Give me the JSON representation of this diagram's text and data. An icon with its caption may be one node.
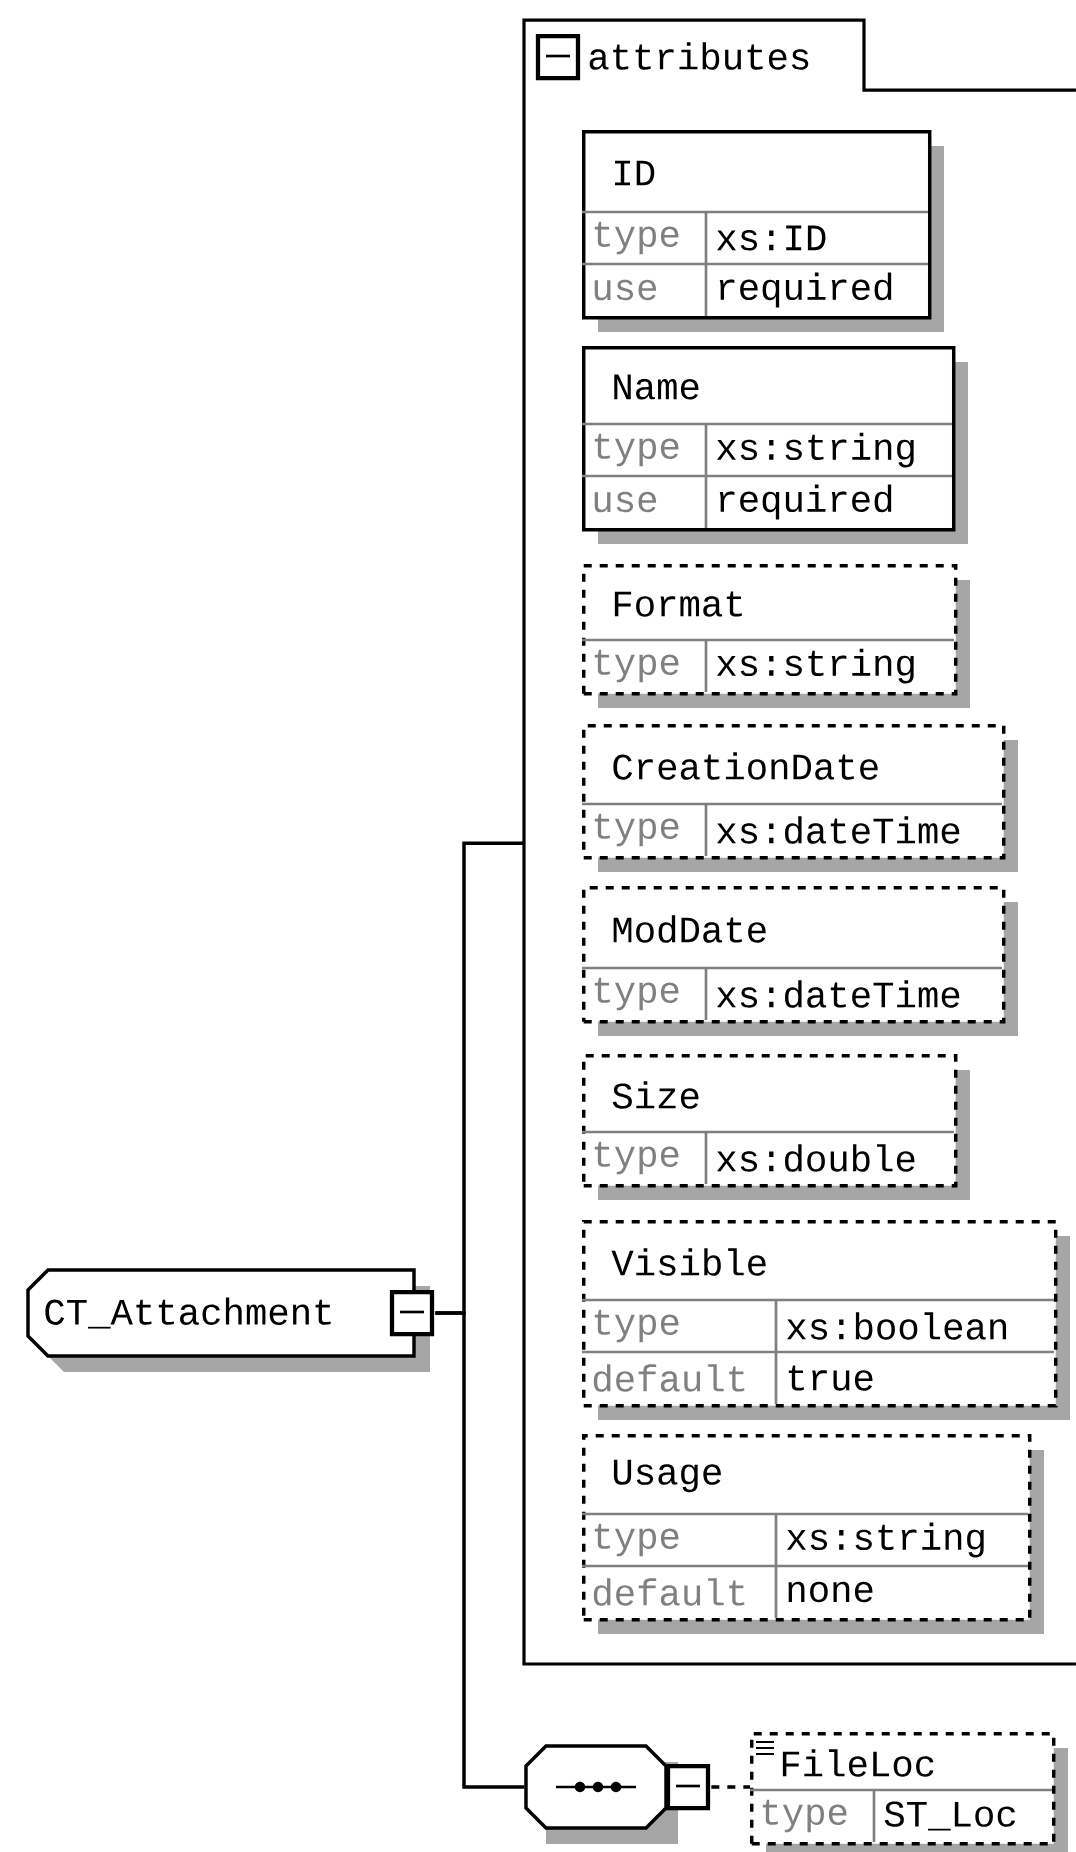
{
  "diagram": {
    "nodes": [
      {
        "text": [
          "CT_Attachment"
        ]
      },
      {
        "text": [
          "attributes"
        ]
      },
      {
        "text": [
          "ID",
          "type",
          "xs:ID",
          "use",
          "required"
        ],
        "in": 1
      },
      {
        "text": [
          "Name",
          "type",
          "xs:string",
          "use",
          "required"
        ],
        "in": 1
      },
      {
        "text": [
          "Format",
          "type",
          "xs:string"
        ],
        "in": 1
      },
      {
        "text": [
          "CreationDate",
          "type",
          "xs:dateTime"
        ],
        "in": 1
      },
      {
        "text": [
          "ModDate",
          "type",
          "xs:dateTime"
        ],
        "in": 1
      },
      {
        "text": [
          "Size",
          "type",
          "xs:double"
        ],
        "in": 1
      },
      {
        "text": [
          "Visible",
          "type",
          "xs:boolean",
          "default",
          "true"
        ],
        "in": 1
      },
      {
        "text": [
          "Usage",
          "type",
          "xs:string",
          "default",
          "none"
        ],
        "in": 1
      },
      {
        "text": [],
        "shape": "octagon"
      },
      {
        "text": [
          "FileLoc",
          "type",
          "ST_Loc"
        ]
      }
    ],
    "edges": [
      {
        "from": 0,
        "to": 1,
        "arrow": "none"
      },
      {
        "from": 0,
        "to": 10,
        "arrow": "none"
      },
      {
        "from": 10,
        "to": 11,
        "arrow": "none",
        "style": "dashed"
      }
    ]
  }
}
